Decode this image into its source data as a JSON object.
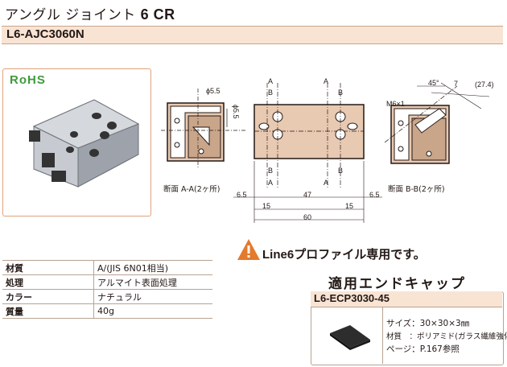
{
  "header": {
    "title_jp": "アングル ジョイント",
    "title_num": "6 CR",
    "code": "L6-AJC3060N"
  },
  "photo": {
    "rohs": "RoHS"
  },
  "drawing": {
    "section_aa": "断面 A-A(2ヶ所)",
    "section_bb": "断面 B-B(2ヶ所)",
    "dims": {
      "phi_left": "ϕ5.5",
      "phi_right": "ϕ5.5",
      "a1": "A",
      "b1": "B",
      "a2": "A",
      "b2": "B",
      "a3": "A",
      "b3": "B",
      "a4": "A",
      "b4": "B",
      "d65l": "6.5",
      "d47": "47",
      "d65r": "6.5",
      "d15l": "15",
      "d15r": "15",
      "d60": "60",
      "angle": "45°",
      "seven": "7",
      "s274": "(27.4)",
      "m6": "M6×1"
    }
  },
  "spec": {
    "rows": [
      {
        "key": "材質",
        "value": "A/(JIS 6N01相当)"
      },
      {
        "key": "処理",
        "value": "アルマイト表面処理"
      },
      {
        "key": "カラー",
        "value": "ナチュラル"
      },
      {
        "key": "質量",
        "value": "40g"
      }
    ]
  },
  "notice": {
    "text_en": "Line6",
    "text_jp": "プロファイル専用です。"
  },
  "endcap": {
    "title": "適用エンドキャップ",
    "code": "L6-ECP3030-45",
    "size": "サイズ：30×30×3㎜",
    "material": "材質　：ポリアミド(ガラス繊維強化)",
    "page": "ページ：P.167参照"
  },
  "colors": {
    "accent_bg": "#f9e4d4",
    "warning": "#e47a2c",
    "rohs": "#3f9a3a"
  }
}
